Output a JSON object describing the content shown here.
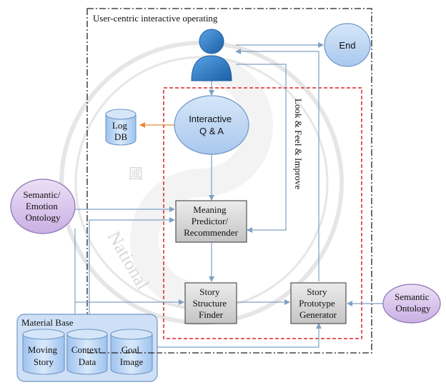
{
  "diagram": {
    "outer_frame_title": "User-centric interactive operating",
    "nodes": {
      "end": "End",
      "interactive_qa": [
        "Interactive",
        "Q & A"
      ],
      "log_db": [
        "Log",
        "DB"
      ],
      "meaning_predictor": [
        "Meaning",
        "Predictor/",
        "Recommender"
      ],
      "story_structure": [
        "Story",
        "Structure",
        "Finder"
      ],
      "story_prototype": [
        "Story",
        "Prototype",
        "Generator"
      ],
      "semantic_emotion_ontology": [
        "Semantic/",
        "Emotion",
        "Ontology"
      ],
      "semantic_ontology": [
        "Semantic",
        "Ontology"
      ],
      "material_base": "Material Base",
      "moving_story": [
        "Moving",
        "Story"
      ],
      "context_data": [
        "Context",
        "Data"
      ],
      "goal_image": [
        "Goal",
        "Image"
      ]
    },
    "loop_label": "Look & Feel & Improve",
    "icons": {
      "user": "user-icon"
    },
    "colors": {
      "ellipse_fill": "#bcd5f2",
      "ellipse_stroke": "#6f97c6",
      "purple_fill": "#d9c7ec",
      "purple_stroke": "#8b71b3",
      "gray_box": "#d4d4d4",
      "red_dashed": "#d9242b",
      "edge": "#7fa1c4",
      "orange_edge": "#e98a3c",
      "user_blue": "#2a7cc7"
    }
  }
}
